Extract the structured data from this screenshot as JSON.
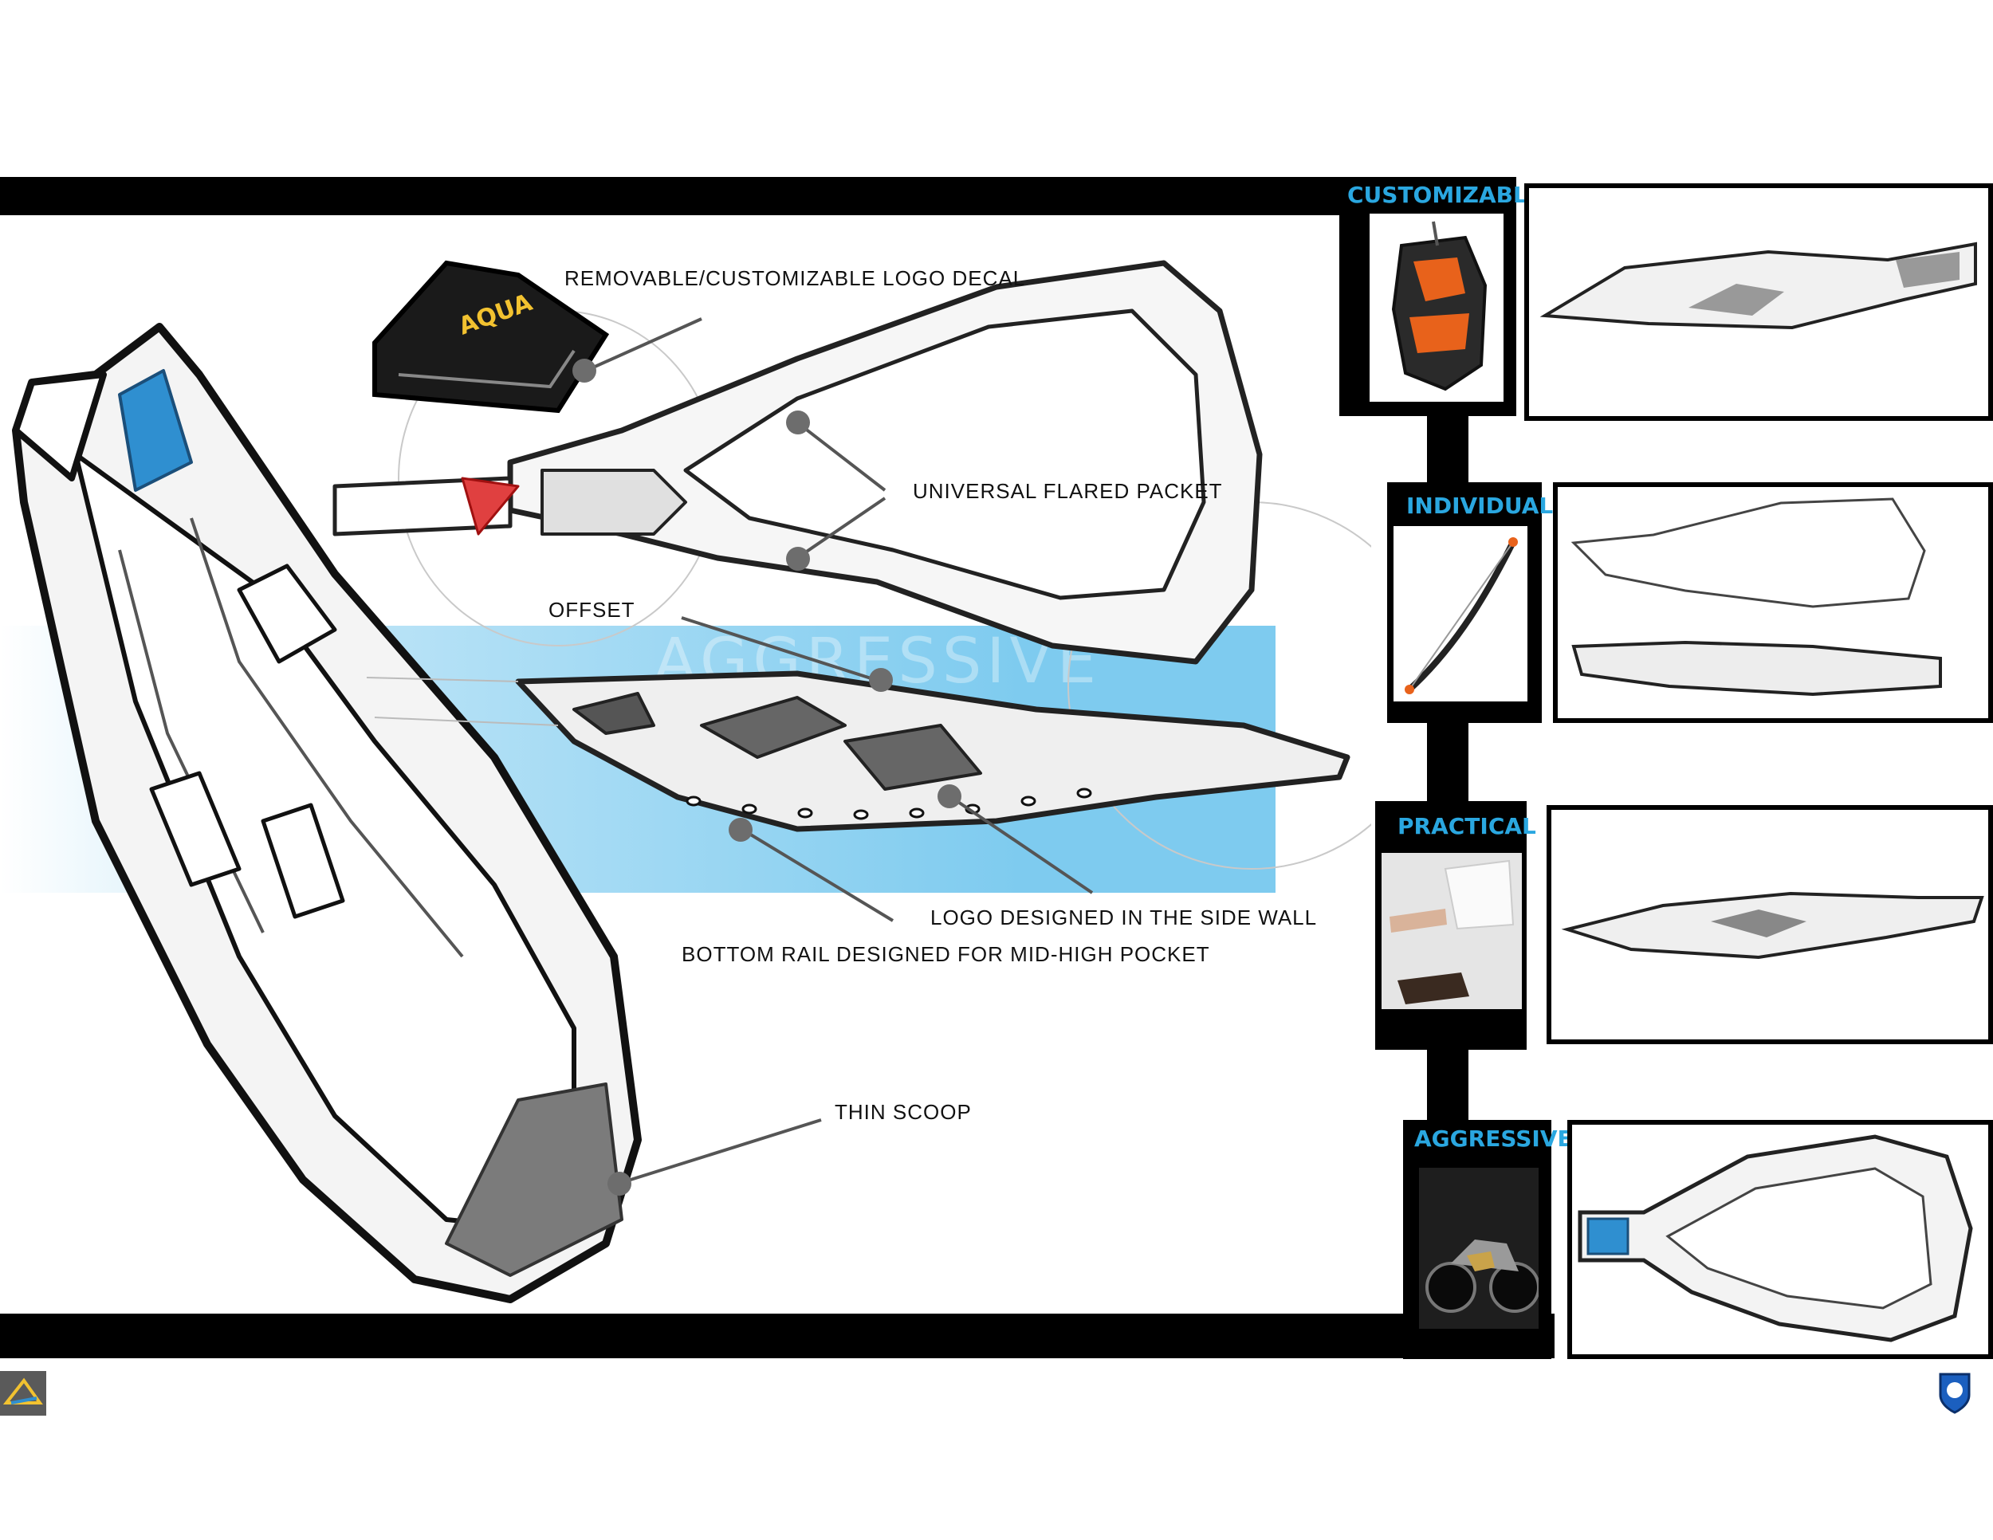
{
  "callouts": {
    "logo_decal": "REMOVABLE/CUSTOMIZABLE LOGO DECAL",
    "flared_packet": "UNIVERSAL FLARED PACKET",
    "offset": "OFFSET",
    "side_wall_logo": "LOGO DESIGNED IN THE SIDE WALL",
    "bottom_rail": "BOTTOM RAIL DESIGNED FOR MID-HIGH POCKET",
    "thin_scoop": "THIN SCOOP"
  },
  "decal_text": "AQUA",
  "watermark": "AGGRESSIVE",
  "categories": [
    {
      "title": "CUSTOMIZABLE",
      "photo": "gaming-mouse"
    },
    {
      "title": "INDIVIDUAL",
      "photo": "bow"
    },
    {
      "title": "PRACTICAL",
      "photo": "dustpan-brush"
    },
    {
      "title": "AGGRESSIVE",
      "photo": "motorcycle"
    }
  ],
  "colors": {
    "accent": "#2aa7e0",
    "band": "#7ecbef",
    "dot": "#6d6d6d",
    "bar": "#000000",
    "mouse_orange": "#e8621b"
  },
  "icons": {
    "bottom_left": "aqua-brand-logo",
    "bottom_right": "shield-logo"
  }
}
